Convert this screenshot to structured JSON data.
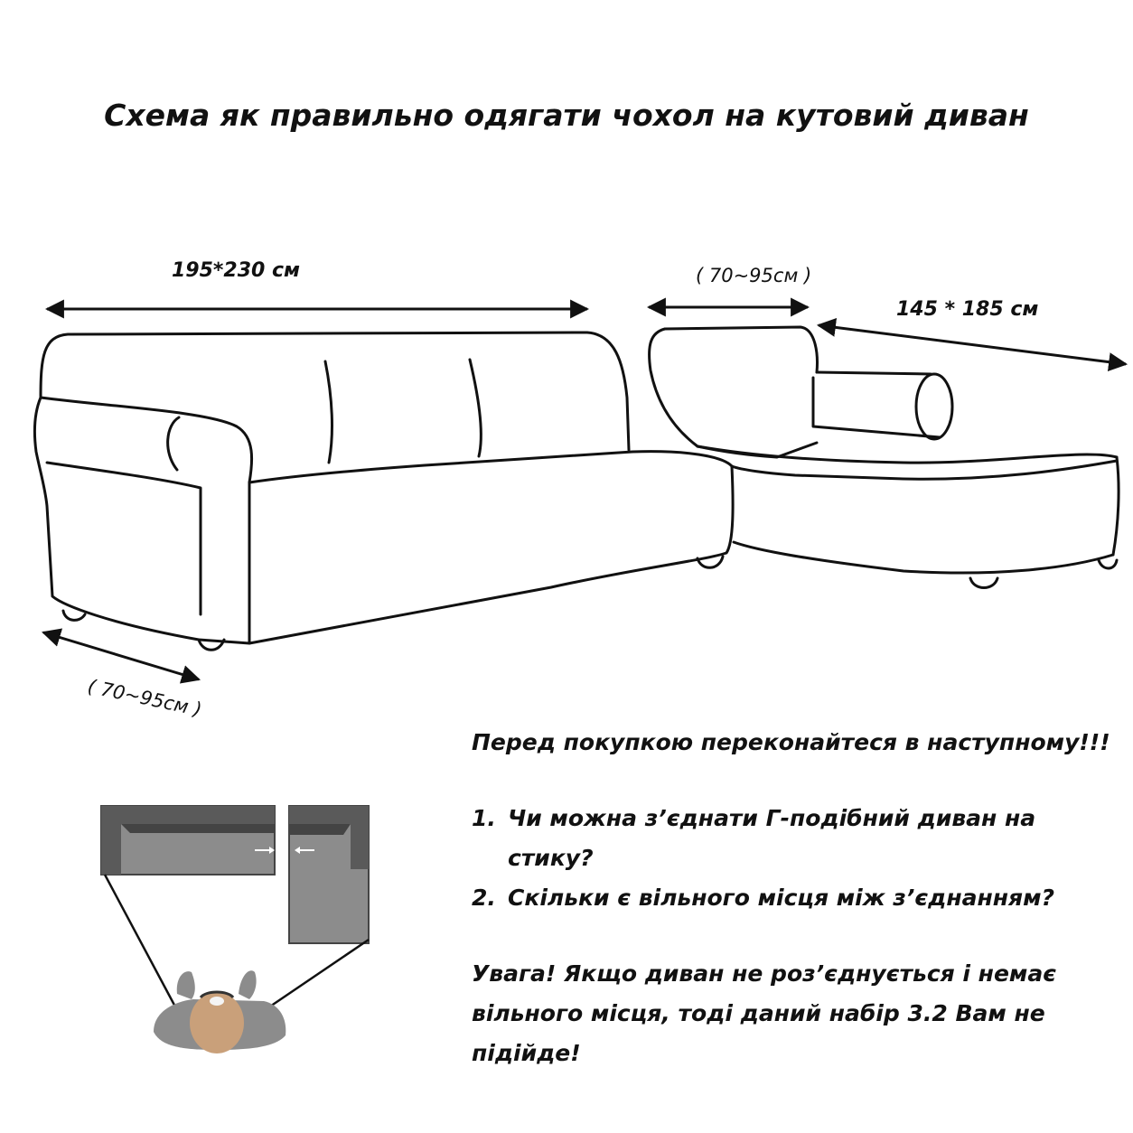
{
  "title": "Схема як правильно одягати чохол на кутовий диван",
  "dimensions": {
    "sofa_length": "195*230 см",
    "sofa_depth": "( 70~95см )",
    "chaise_width": "( 70~95см )",
    "chaise_length": "145 * 185 см"
  },
  "notes": {
    "heading": "Перед покупкою переконайтеся в наступному!!!",
    "items": [
      {
        "number": "1.",
        "text": "Чи можна з’єднати Г-подібний диван на стику?"
      },
      {
        "number": "2.",
        "text": "Скільки є вільного місця між з’єднанням?"
      }
    ],
    "warning": "Увага! Якщо диван не роз’єднується і немає вільного місця, тоді даний набір 3.2 Вам не підійде!"
  },
  "colors": {
    "line": "#111111",
    "top_view_fill": "#8c8c8c",
    "top_view_dark": "#5a5a5a",
    "person_head": "#c9a07a"
  },
  "icons": [
    "arrow-right-icon",
    "arrow-left-icon",
    "person-top-view-icon"
  ]
}
